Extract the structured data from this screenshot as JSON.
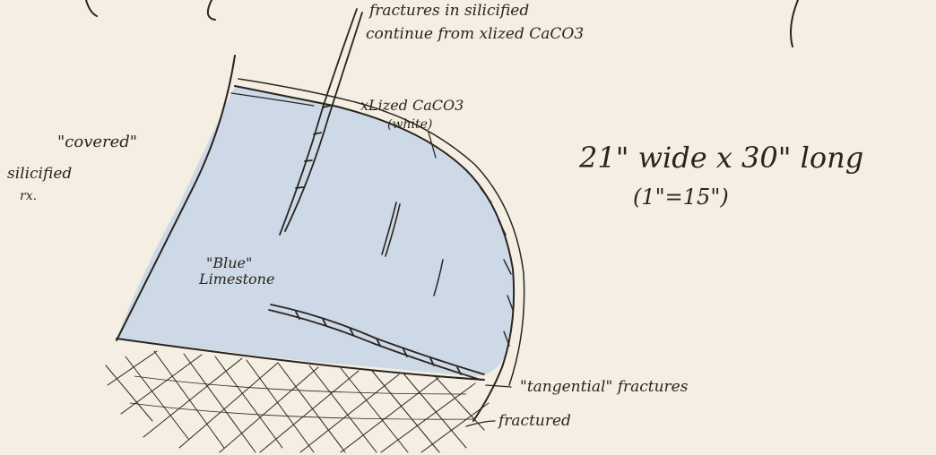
{
  "labels": {
    "fractures_line1": "fractures in silicified",
    "fractures_line2": "continue from xlized CaCO3",
    "xlized_line1": "xLized CaCO3",
    "xlized_line2": "(white)",
    "covered": "\"covered\"",
    "silicified_line1": "silicified",
    "silicified_line2": "rx.",
    "size_line1": "21\" wide x 30\" long",
    "size_line2": "(1\"=15\")",
    "blue_line1": "\"Blue\"",
    "blue_line2": "Limestone",
    "tangential": "\"tangential\" fractures",
    "fractured": "fractured"
  },
  "colors": {
    "paper": "#f4efe2",
    "ink": "#2a2420",
    "limestone_fill": "#c9d6e8"
  }
}
